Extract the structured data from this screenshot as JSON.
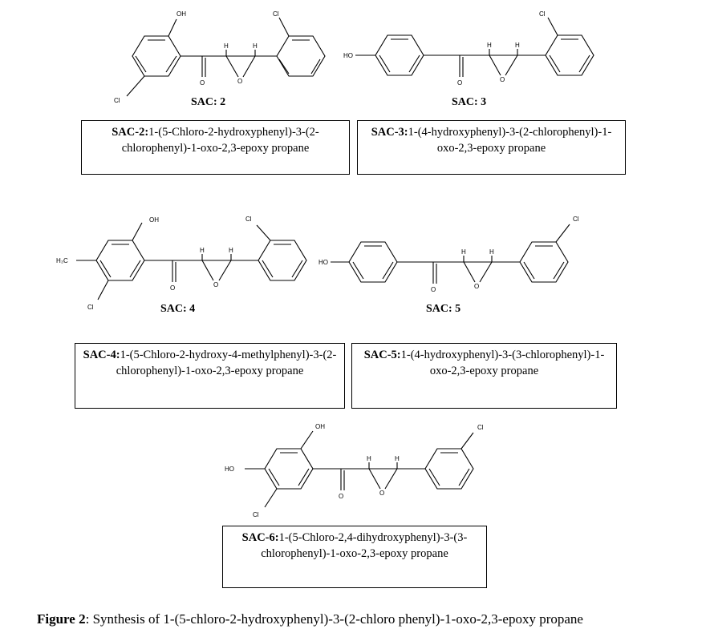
{
  "compounds": [
    {
      "label": "SAC: 2",
      "code": "SAC-2:",
      "name": "1-(5-Chloro-2-hydroxyphenyl)-3-(2-chlorophenyl)-1-oxo-2,3-epoxy propane",
      "atoms": {
        "oh": "OH",
        "cl_ring_a": "Cl",
        "cl_ring_b": "Cl",
        "h1": "H",
        "h2": "H",
        "o_ketone": "O",
        "o_epoxide": "O"
      }
    },
    {
      "label": "SAC: 3",
      "code": "SAC-3:",
      "name": "1-(4-hydroxyphenyl)-3-(2-chlorophenyl)-1-oxo-2,3-epoxy propane",
      "atoms": {
        "ho": "HO",
        "cl_ring_b": "Cl",
        "h1": "H",
        "h2": "H",
        "o_ketone": "O",
        "o_epoxide": "O"
      }
    },
    {
      "label": "SAC: 4",
      "code": "SAC-4:",
      "name": "1-(5-Chloro-2-hydroxy-4-methylphenyl)-3-(2-chlorophenyl)-1-oxo-2,3-epoxy propane",
      "atoms": {
        "oh": "OH",
        "ch3": "H₃C",
        "cl_ring_a": "Cl",
        "cl_ring_b": "Cl",
        "h1": "H",
        "h2": "H",
        "o_ketone": "O",
        "o_epoxide": "O"
      }
    },
    {
      "label": "SAC: 5",
      "code": "SAC-5:",
      "name": "1-(4-hydroxyphenyl)-3-(3-chlorophenyl)-1-oxo-2,3-epoxy propane",
      "atoms": {
        "ho": "HO",
        "cl_ring_b": "Cl",
        "h1": "H",
        "h2": "H",
        "o_ketone": "O",
        "o_epoxide": "O"
      }
    },
    {
      "label": "",
      "code": "SAC-6:",
      "name": "1-(5-Chloro-2,4-dihydroxyphenyl)-3-(3-chlorophenyl)-1-oxo-2,3-epoxy propane",
      "atoms": {
        "oh": "OH",
        "ho": "HO",
        "cl_ring_a": "Cl",
        "cl_ring_b": "Cl",
        "h1": "H",
        "h2": "H",
        "o_ketone": "O",
        "o_epoxide": "O"
      }
    }
  ],
  "figure": {
    "prefix": "Figure 2",
    "text": ": Synthesis of 1-(5-chloro-2-hydroxyphenyl)-3-(2-chloro phenyl)-1-oxo-2,3-epoxy propane"
  }
}
